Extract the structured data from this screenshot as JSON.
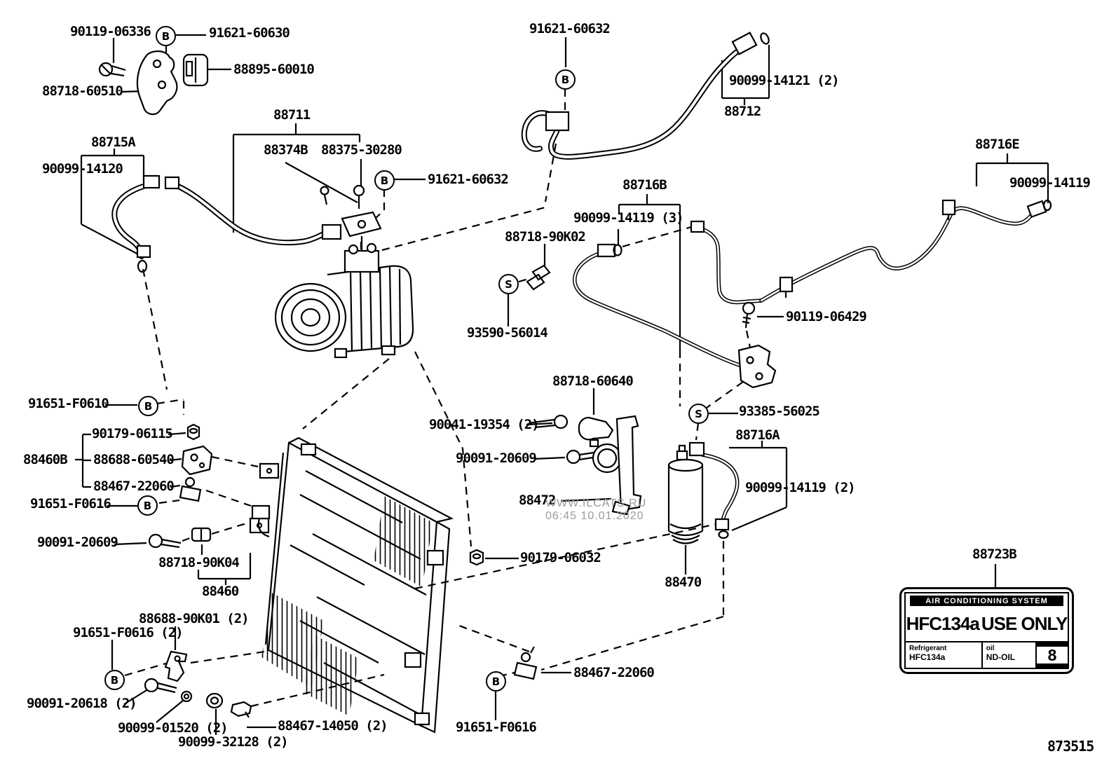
{
  "diagram": {
    "background": "#ffffff",
    "line_color": "#000000",
    "doc_number": "873515",
    "watermark": {
      "line1": "WWW.ILCATS.RU",
      "line2": "06:45 10.01.2020",
      "color": "#9b9b9b"
    }
  },
  "parts": [
    {
      "text": "90119-06336"
    },
    {
      "text": "91621-60630"
    },
    {
      "text": "88895-60010"
    },
    {
      "text": "88718-60510"
    },
    {
      "text": "88711"
    },
    {
      "text": "88374B"
    },
    {
      "text": "88375-30280"
    },
    {
      "text": "88715A"
    },
    {
      "text": "90099-14120"
    },
    {
      "text": "91621-60632"
    },
    {
      "text": "91621-60632"
    },
    {
      "text": "90099-14121 (2)"
    },
    {
      "text": "88712"
    },
    {
      "text": "88716E"
    },
    {
      "text": "90099-14119"
    },
    {
      "text": "88716B"
    },
    {
      "text": "90099-14119 (3)"
    },
    {
      "text": "88718-90K02"
    },
    {
      "text": "93590-56014"
    },
    {
      "text": "90119-06429"
    },
    {
      "text": "93385-56025"
    },
    {
      "text": "88716A"
    },
    {
      "text": "90099-14119 (2)"
    },
    {
      "text": "88718-60640"
    },
    {
      "text": "90041-19354 (2)"
    },
    {
      "text": "90091-20609"
    },
    {
      "text": "88472"
    },
    {
      "text": "88470"
    },
    {
      "text": "91651-F0610"
    },
    {
      "text": "90179-06115"
    },
    {
      "text": "88460B"
    },
    {
      "text": "88688-60540"
    },
    {
      "text": "88467-22060"
    },
    {
      "text": "91651-F0616"
    },
    {
      "text": "90091-20609"
    },
    {
      "text": "88718-90K04"
    },
    {
      "text": "88460"
    },
    {
      "text": "88688-90K01 (2)"
    },
    {
      "text": "91651-F0616 (2)"
    },
    {
      "text": "90091-20618 (2)"
    },
    {
      "text": "90099-01520 (2)"
    },
    {
      "text": "90099-32128 (2)"
    },
    {
      "text": "88467-14050 (2)"
    },
    {
      "text": "90179-06032"
    },
    {
      "text": "88467-22060"
    },
    {
      "text": "91651-F0616"
    },
    {
      "text": "88723B"
    }
  ],
  "callouts": [
    {
      "letter": "B"
    },
    {
      "letter": "B"
    },
    {
      "letter": "B"
    },
    {
      "letter": "B"
    },
    {
      "letter": "B"
    },
    {
      "letter": "B"
    },
    {
      "letter": "B"
    },
    {
      "letter": "S"
    },
    {
      "letter": "S"
    }
  ],
  "ac_label": {
    "header": "AIR CONDITIONING SYSTEM",
    "main_left": "HFC134a",
    "main_right": "USE ONLY",
    "refrigerant_label": "Refrigerant",
    "refrigerant_value": "HFC134a",
    "oil_label": "oil",
    "oil_value": "ND-OIL",
    "oil_number": "8"
  }
}
